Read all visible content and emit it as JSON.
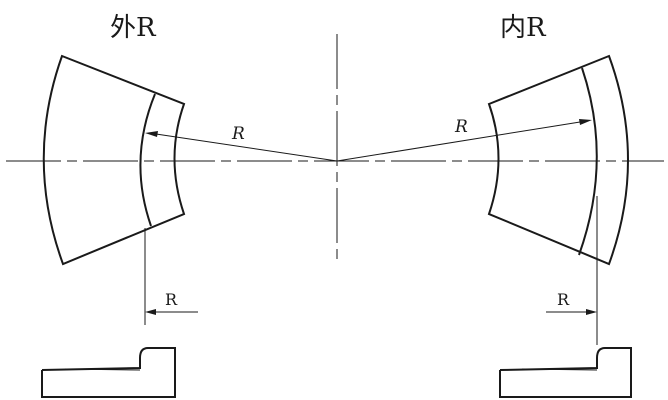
{
  "labels": {
    "outer_title": "外R",
    "inner_title": "内R",
    "radius_left": "R",
    "radius_right": "R",
    "offset_left": "R",
    "offset_right": "R"
  }
}
